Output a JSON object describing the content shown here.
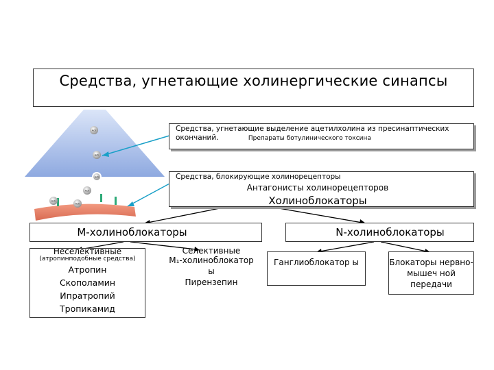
{
  "title": "Средства, угнетающие холинергические синапсы",
  "release_box": {
    "text": "Средства, угнетающие выделение ацетилхолина из пресинаптических окончаний.",
    "extra": "Препараты ботулинического токсина"
  },
  "receptor_box": {
    "text": "Средства, блокирующие холинорецепторы",
    "antagonists": "Антагонисты холинорецепторов",
    "cholinoblockers": "Холиноблокаторы"
  },
  "m_box": {
    "label": "М-холиноблокаторы"
  },
  "n_box": {
    "label": "N-холиноблокаторы"
  },
  "nonselective": {
    "heading": "Неселективные",
    "subtitle": "(атропинподобные средства)",
    "drugs": [
      "Атропин",
      "Скополамин",
      "Ипратропий",
      "Тропикамид"
    ]
  },
  "selective": {
    "heading": "Селективные",
    "name": "М₁-холиноблокатор ы",
    "drug": "Пирензепин"
  },
  "ganglio": {
    "label": "Ганглиоблокатор ы"
  },
  "neuromuscular": {
    "label": "Блокаторы нервно-мышеч ной передачи"
  },
  "vesicle_label": "Ach",
  "colors": {
    "terminal": "#9cb3e4",
    "membrane": "#e07860",
    "arrow": "#1aa0c8",
    "receptor": "#2eaa77"
  }
}
